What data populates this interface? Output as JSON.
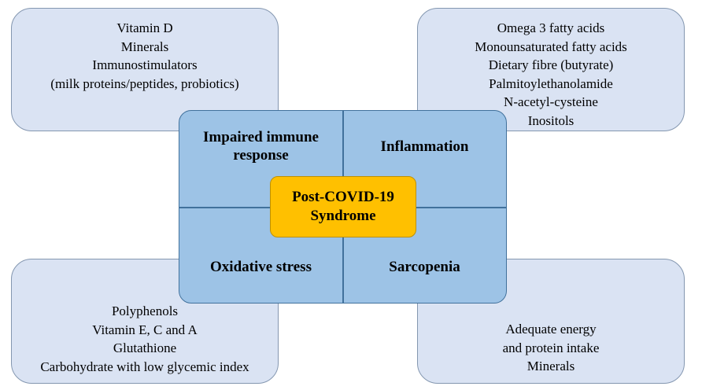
{
  "boxes": {
    "top_left": [
      "Vitamin D",
      "Minerals",
      "Immunostimulators",
      "(milk proteins/peptides, probiotics)"
    ],
    "top_right": [
      "Omega 3 fatty acids",
      "Monounsaturated fatty acids",
      "Dietary fibre (butyrate)",
      "Palmitoylethanolamide",
      "N-acetyl-cysteine",
      "Inositols"
    ],
    "bottom_left": [
      "Polyphenols",
      "Vitamin E, C and A",
      "Glutathione",
      "Carbohydrate with low glycemic index"
    ],
    "bottom_right": [
      "Adequate energy",
      "and protein intake",
      "Minerals"
    ]
  },
  "quadrants": {
    "top_left": [
      "Impaired immune",
      "response"
    ],
    "top_right": [
      "Inflammation"
    ],
    "bottom_left": [
      "Oxidative stress"
    ],
    "bottom_right": [
      "Sarcopenia"
    ]
  },
  "center": [
    "Post-COVID-19",
    "Syndrome"
  ],
  "colors": {
    "outer_box_fill": "#dae3f3",
    "outer_box_border": "#8497b0",
    "panel_fill": "#9dc3e6",
    "panel_border": "#41719c",
    "center_fill": "#ffc000",
    "center_border": "#bf9000"
  }
}
